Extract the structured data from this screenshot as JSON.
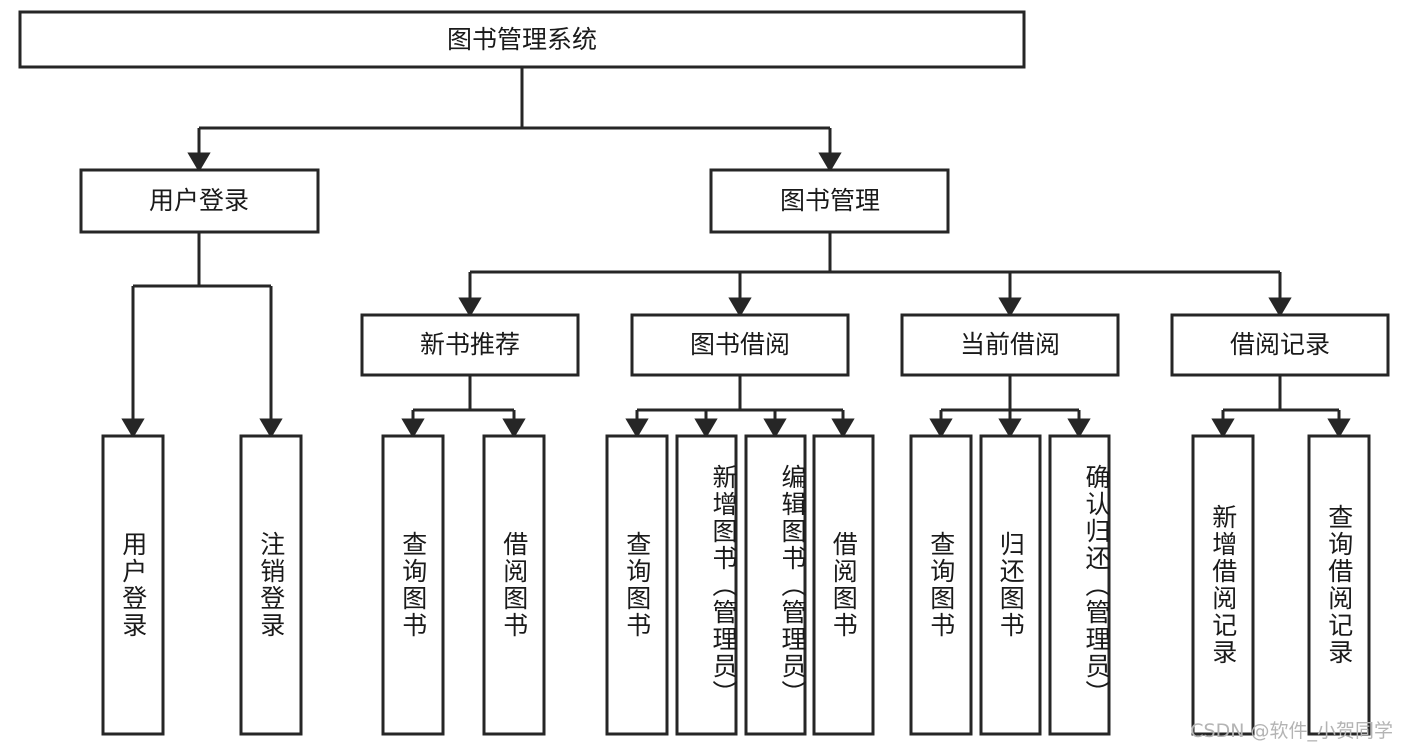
{
  "diagram": {
    "title_node": {
      "label": "图书管理系统"
    },
    "level2": [
      {
        "id": "user-login",
        "label": "用户登录"
      },
      {
        "id": "book-management",
        "label": "图书管理"
      }
    ],
    "level3": [
      {
        "id": "new-book-recommend",
        "label": "新书推荐"
      },
      {
        "id": "book-borrow",
        "label": "图书借阅"
      },
      {
        "id": "current-borrow",
        "label": "当前借阅"
      },
      {
        "id": "borrow-record",
        "label": "借阅记录"
      }
    ],
    "leaves": [
      {
        "id": "leaf-user-login",
        "label": "用户登录",
        "parent": "user-login"
      },
      {
        "id": "leaf-logout-login",
        "label": "注销登录",
        "parent": "user-login"
      },
      {
        "id": "leaf-query-book-1",
        "label": "查询图书",
        "parent": "new-book-recommend"
      },
      {
        "id": "leaf-borrow-book-1",
        "label": "借阅图书",
        "parent": "new-book-recommend"
      },
      {
        "id": "leaf-query-book-2",
        "label": "查询图书",
        "parent": "book-borrow"
      },
      {
        "id": "leaf-add-book",
        "label": "新增图书（管理员）",
        "parent": "book-borrow"
      },
      {
        "id": "leaf-edit-book",
        "label": "编辑图书（管理员）",
        "parent": "book-borrow"
      },
      {
        "id": "leaf-borrow-book-2",
        "label": "借阅图书",
        "parent": "book-borrow"
      },
      {
        "id": "leaf-query-book-3",
        "label": "查询图书",
        "parent": "current-borrow"
      },
      {
        "id": "leaf-return-book",
        "label": "归还图书",
        "parent": "current-borrow"
      },
      {
        "id": "leaf-confirm-return",
        "label": "确认归还（管理员）",
        "parent": "current-borrow"
      },
      {
        "id": "leaf-add-record",
        "label": "新增借阅记录",
        "parent": "borrow-record"
      },
      {
        "id": "leaf-query-record",
        "label": "查询借阅记录",
        "parent": "borrow-record"
      }
    ],
    "colors": {
      "stroke": "#262626",
      "fill": "#ffffff",
      "text": "#1a1a1a",
      "watermark": "#b4b4b4"
    }
  },
  "watermark": {
    "text": "CSDN @软件_小贺同学"
  }
}
